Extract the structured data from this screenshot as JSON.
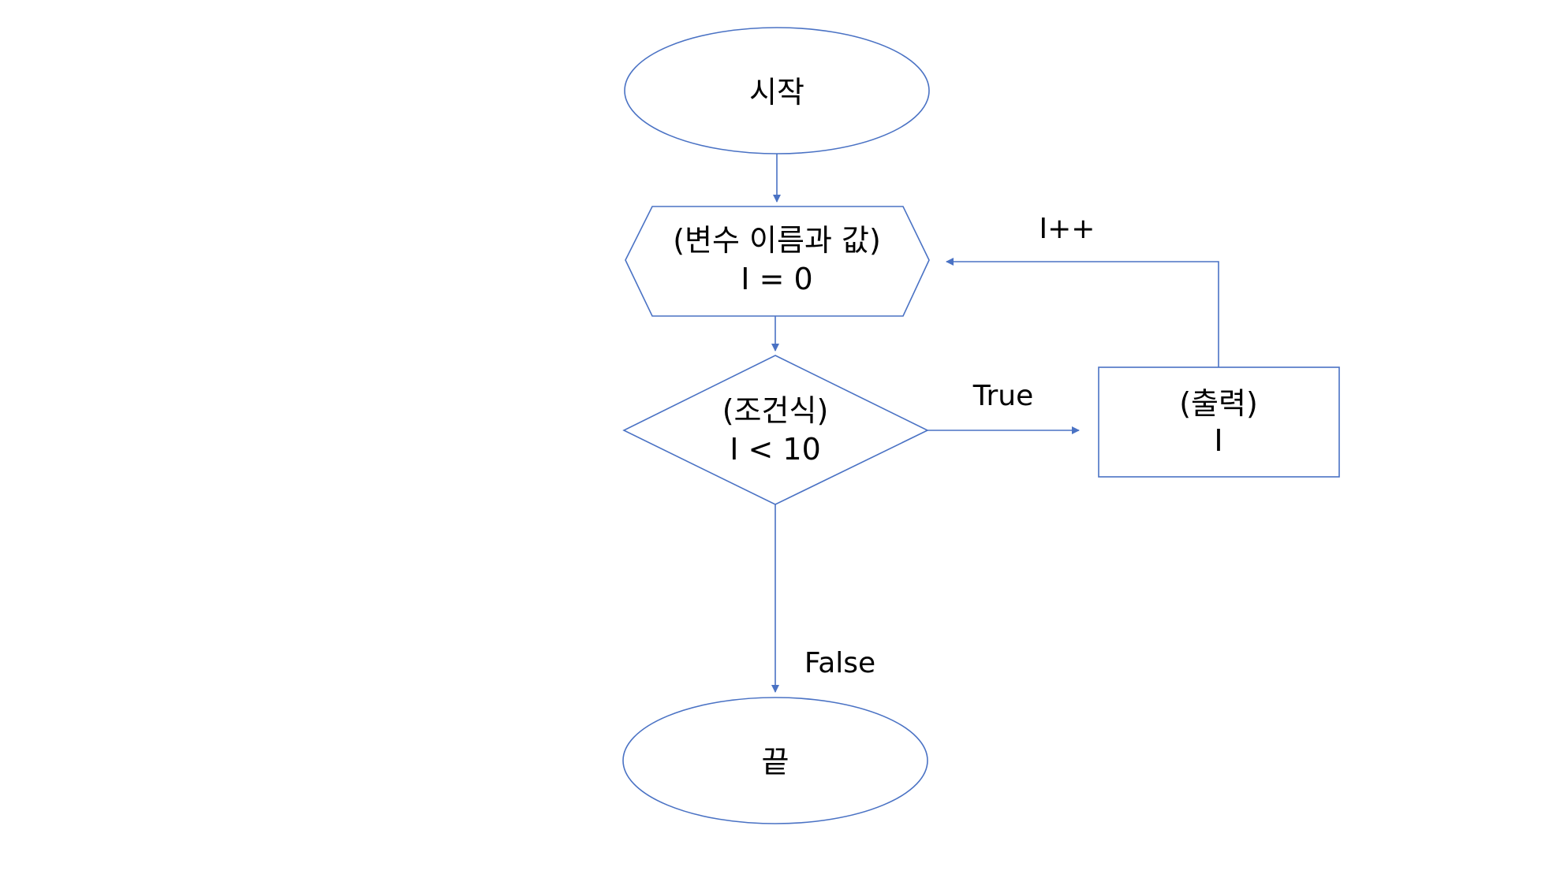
{
  "diagram": {
    "nodes": {
      "start": {
        "text": "시작"
      },
      "init": {
        "line1": "(변수 이름과 값)",
        "line2": "I = 0"
      },
      "condition": {
        "line1": "(조건식)",
        "line2": "I < 10"
      },
      "output": {
        "line1": "(출력)",
        "line2": "I"
      },
      "end": {
        "text": "끝"
      }
    },
    "edges": {
      "true_label": "True",
      "false_label": "False",
      "increment_label": "I++"
    },
    "colors": {
      "stroke": "#4a72c4",
      "text": "#000000",
      "background": "#ffffff"
    }
  }
}
